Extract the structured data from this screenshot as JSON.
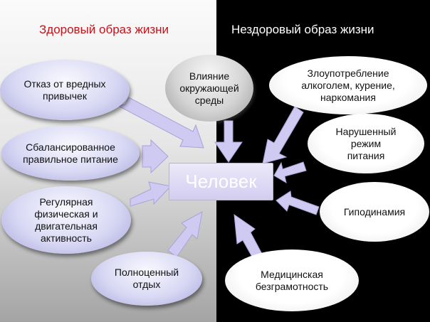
{
  "headings": {
    "healthy": "Здоровый  образ жизни",
    "unhealthy": "Нездоровый образ  жизни"
  },
  "center": {
    "label": "Человек"
  },
  "healthy_factors": [
    "Отказ от  вредных\nпривычек",
    "Сбалансированное\nправильное питание",
    "Регулярная\nфизическая  и\nдвигательная\nактивность",
    "Полноценный\nотдых"
  ],
  "unhealthy_factors": [
    "Влияние\nокружающей\nсреды",
    "Злоупотребление\nалкоголем, курение,\nнаркомания",
    "Нарушенный\nрежим\nпитания",
    "Гиподинамия",
    "Медицинская\nбезграмотность"
  ],
  "colors": {
    "heading_healthy": "#c0141a",
    "heading_unhealthy": "#ffffff",
    "arrow_fill": "#cfcaf1",
    "arrow_stroke": "#a8a2d8",
    "ellipse_blue": "#d8d8f4",
    "ellipse_grey": "#d4d4d4"
  }
}
